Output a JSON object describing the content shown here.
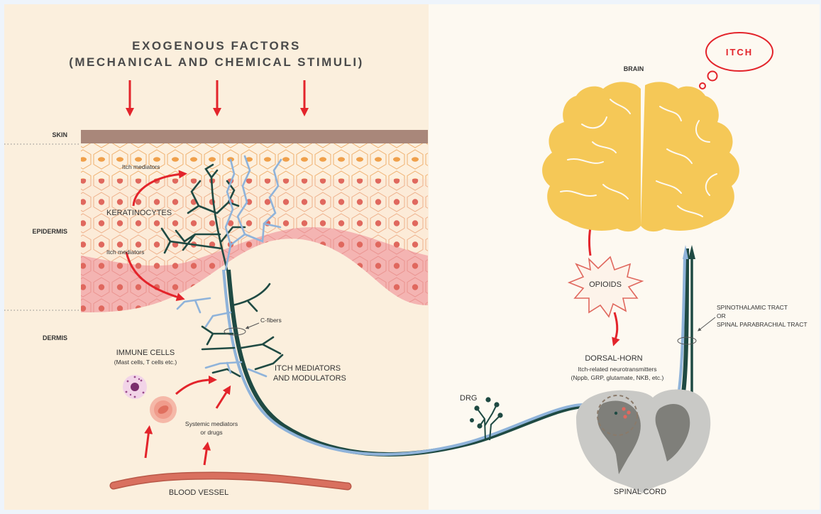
{
  "title_line1": "EXOGENOUS FACTORS",
  "title_line2": "(MECHANICAL AND CHEMICAL STIMULI)",
  "layers": {
    "skin": "SKIN",
    "epidermis": "EPIDERMIS",
    "dermis": "DERMIS"
  },
  "labels": {
    "itch_mediators_top": "Itch mediators",
    "keratinocytes": "KERATINOCYTES",
    "itch_mediators_bottom": "Itch mediators",
    "c_fibers": "C-fibers",
    "immune_cells": "IMMUNE CELLS",
    "immune_cells_sub": "(Mast cells, T cells etc.)",
    "itch_modulators_1": "ITCH MEDIATORS",
    "itch_modulators_2": "AND MODULATORS",
    "systemic_1": "Systemic mediators",
    "systemic_2": "or drugs",
    "blood_vessel": "BLOOD VESSEL",
    "drg": "DRG",
    "brain": "BRAIN",
    "itch": "ITCH",
    "opioids": "OPIOIDS",
    "dorsal_horn": "DORSAL-HORN",
    "neurotransmitters_1": "Itch-related neurotransmitters",
    "neurotransmitters_2": "(Nppb, GRP, glutamate, NKB, etc.)",
    "spinal_cord": "SPINAL CORD",
    "tract_1": "SPINOTHALAMIC TRACT",
    "tract_2": "OR",
    "tract_3": "SPINAL PARABRACHIAL TRACT"
  },
  "colors": {
    "left_panel": "#fbefdd",
    "right_panel": "#fdf9f1",
    "skin": "#a9877a",
    "cell_orange": "#f0a04a",
    "cell_red": "#e0685e",
    "arrow_red": "#e3242b",
    "nerve_blue": "#8fb3da",
    "nerve_dark": "#1f4a43",
    "brain_yellow": "#f5c857",
    "spinal_gray": "#c6c6c6",
    "blood_vessel": "#d9705f"
  }
}
